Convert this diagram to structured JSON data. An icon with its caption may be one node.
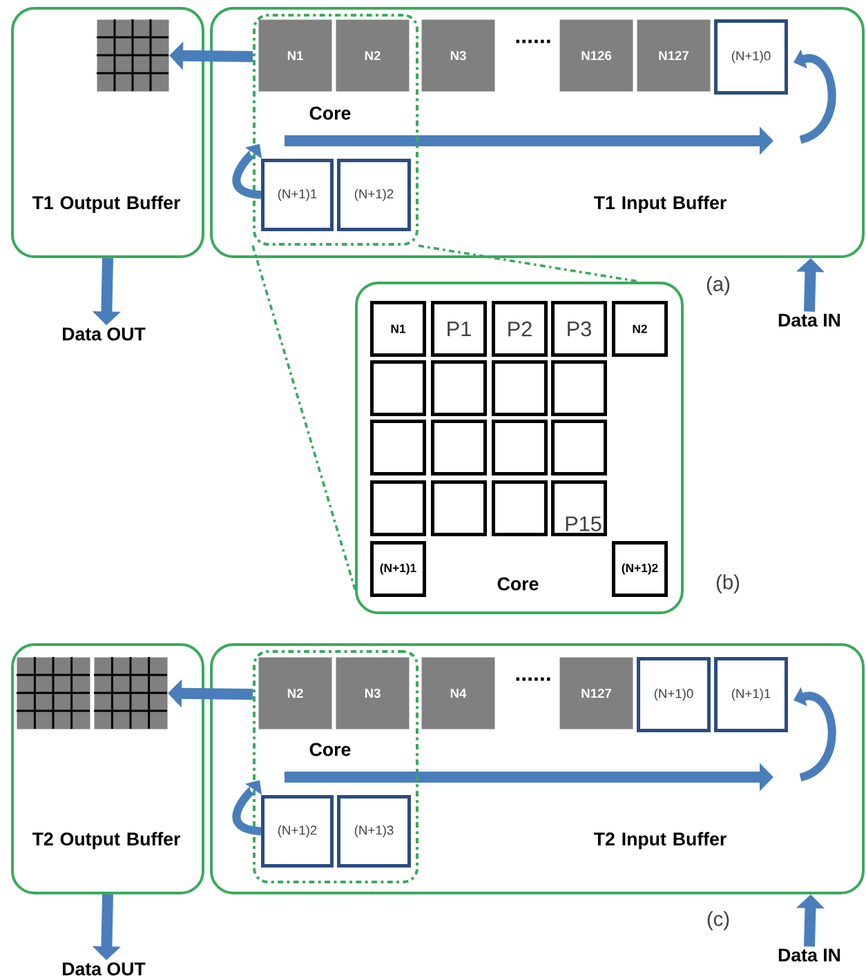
{
  "diagram": {
    "nodes": [
      {
        "text": [
          "T1 Output Buffer"
        ]
      },
      {
        "text": [],
        "shape": "grid",
        "in": 0
      },
      {
        "text": [
          "T1 Input Buffer"
        ]
      },
      {
        "text": [
          "Core"
        ],
        "in": 2
      },
      {
        "text": [
          "N1"
        ],
        "in": 3
      },
      {
        "text": [
          "N2"
        ],
        "in": 3
      },
      {
        "text": [
          "(N+1)1"
        ],
        "in": 3
      },
      {
        "text": [
          "(N+1)2"
        ],
        "in": 3
      },
      {
        "text": [
          "N3"
        ],
        "in": 2
      },
      {
        "text": [
          "N126"
        ],
        "in": 2
      },
      {
        "text": [
          "N127"
        ],
        "in": 2
      },
      {
        "text": [
          "(N+1)0"
        ],
        "in": 2
      },
      {
        "text": [
          "Data OUT"
        ]
      },
      {
        "text": [
          "Data IN"
        ]
      },
      {
        "text": [
          "Core"
        ]
      },
      {
        "text": [
          "N1"
        ],
        "in": 14
      },
      {
        "text": [
          "P1"
        ],
        "in": 14
      },
      {
        "text": [
          "P2"
        ],
        "in": 14
      },
      {
        "text": [
          "P3"
        ],
        "in": 14
      },
      {
        "text": [
          "N2"
        ],
        "in": 14
      },
      {
        "text": [],
        "shape": "box",
        "in": 14
      },
      {
        "text": [],
        "shape": "box",
        "in": 14
      },
      {
        "text": [],
        "shape": "box",
        "in": 14
      },
      {
        "text": [],
        "shape": "box",
        "in": 14
      },
      {
        "text": [],
        "shape": "box",
        "in": 14
      },
      {
        "text": [],
        "shape": "box",
        "in": 14
      },
      {
        "text": [],
        "shape": "box",
        "in": 14
      },
      {
        "text": [],
        "shape": "box",
        "in": 14
      },
      {
        "text": [],
        "shape": "box",
        "in": 14
      },
      {
        "text": [],
        "shape": "box",
        "in": 14
      },
      {
        "text": [],
        "shape": "box",
        "in": 14
      },
      {
        "text": [
          "P15"
        ],
        "in": 14
      },
      {
        "text": [
          "(N+1)1"
        ],
        "in": 14
      },
      {
        "text": [
          "(N+1)2"
        ],
        "in": 14
      },
      {
        "text": [
          "T2 Output Buffer"
        ]
      },
      {
        "text": [],
        "shape": "grid",
        "in": 34
      },
      {
        "text": [],
        "shape": "grid",
        "in": 34
      },
      {
        "text": [
          "T2 Input Buffer"
        ]
      },
      {
        "text": [
          "Core"
        ],
        "in": 37
      },
      {
        "text": [
          "N2"
        ],
        "in": 38
      },
      {
        "text": [
          "N3"
        ],
        "in": 38
      },
      {
        "text": [
          "(N+1)2"
        ],
        "in": 38
      },
      {
        "text": [
          "(N+1)3"
        ],
        "in": 38
      },
      {
        "text": [
          "N4"
        ],
        "in": 37
      },
      {
        "text": [
          "N127"
        ],
        "in": 37
      },
      {
        "text": [
          "(N+1)0"
        ],
        "in": 37
      },
      {
        "text": [
          "(N+1)1"
        ],
        "in": 37
      },
      {
        "text": [
          "Data OUT"
        ]
      },
      {
        "text": [
          "Data IN"
        ]
      }
    ],
    "edges": [
      {
        "from": 3,
        "to": 1,
        "arrow": "to"
      },
      {
        "from": 0,
        "to": 12,
        "arrow": "to"
      },
      {
        "from": 13,
        "to": 2,
        "arrow": "to"
      },
      {
        "from": 3,
        "to": 14,
        "arrow": "none",
        "style": "dashed",
        "color": "#3aaa5c"
      },
      {
        "from": 3,
        "to": 14,
        "arrow": "none",
        "style": "dashed",
        "color": "#3aaa5c"
      },
      {
        "from": 38,
        "to": 36,
        "arrow": "to"
      },
      {
        "from": 34,
        "to": 47,
        "arrow": "to"
      },
      {
        "from": 48,
        "to": 37,
        "arrow": "to"
      },
      {
        "from": 6,
        "to": null,
        "arrow": "to"
      },
      {
        "from": null,
        "to": 11,
        "arrow": "to"
      },
      {
        "from": 41,
        "to": null,
        "arrow": "to"
      },
      {
        "from": null,
        "to": 46,
        "arrow": "to"
      }
    ],
    "labels": [
      "......",
      "(a)",
      "(b)",
      "......",
      "(c)"
    ]
  }
}
